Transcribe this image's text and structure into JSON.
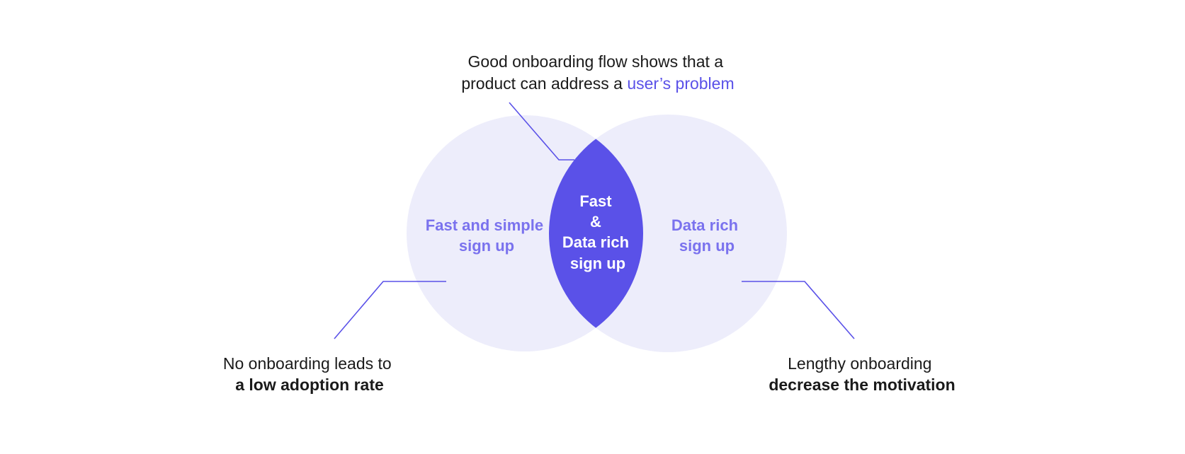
{
  "colors": {
    "circle": "#ededfb",
    "overlap": "#5a51e8",
    "label": "#7a72ee",
    "line": "#5a51e8"
  },
  "top_callout": {
    "line1": "Good onboarding flow shows that a",
    "line2_plain": "product can address a ",
    "line2_accent": "user’s problem"
  },
  "left_circle": {
    "line1": "Fast and simple",
    "line2": "sign up"
  },
  "overlap": {
    "line1": "Fast",
    "line2": "&",
    "line3": "Data rich",
    "line4": "sign up"
  },
  "right_circle": {
    "line1": "Data rich",
    "line2": "sign up"
  },
  "left_callout": {
    "line1": "No onboarding leads to",
    "line2": "a low adoption rate"
  },
  "right_callout": {
    "line1": "Lengthy onboarding",
    "line2": "decrease the motivation"
  }
}
